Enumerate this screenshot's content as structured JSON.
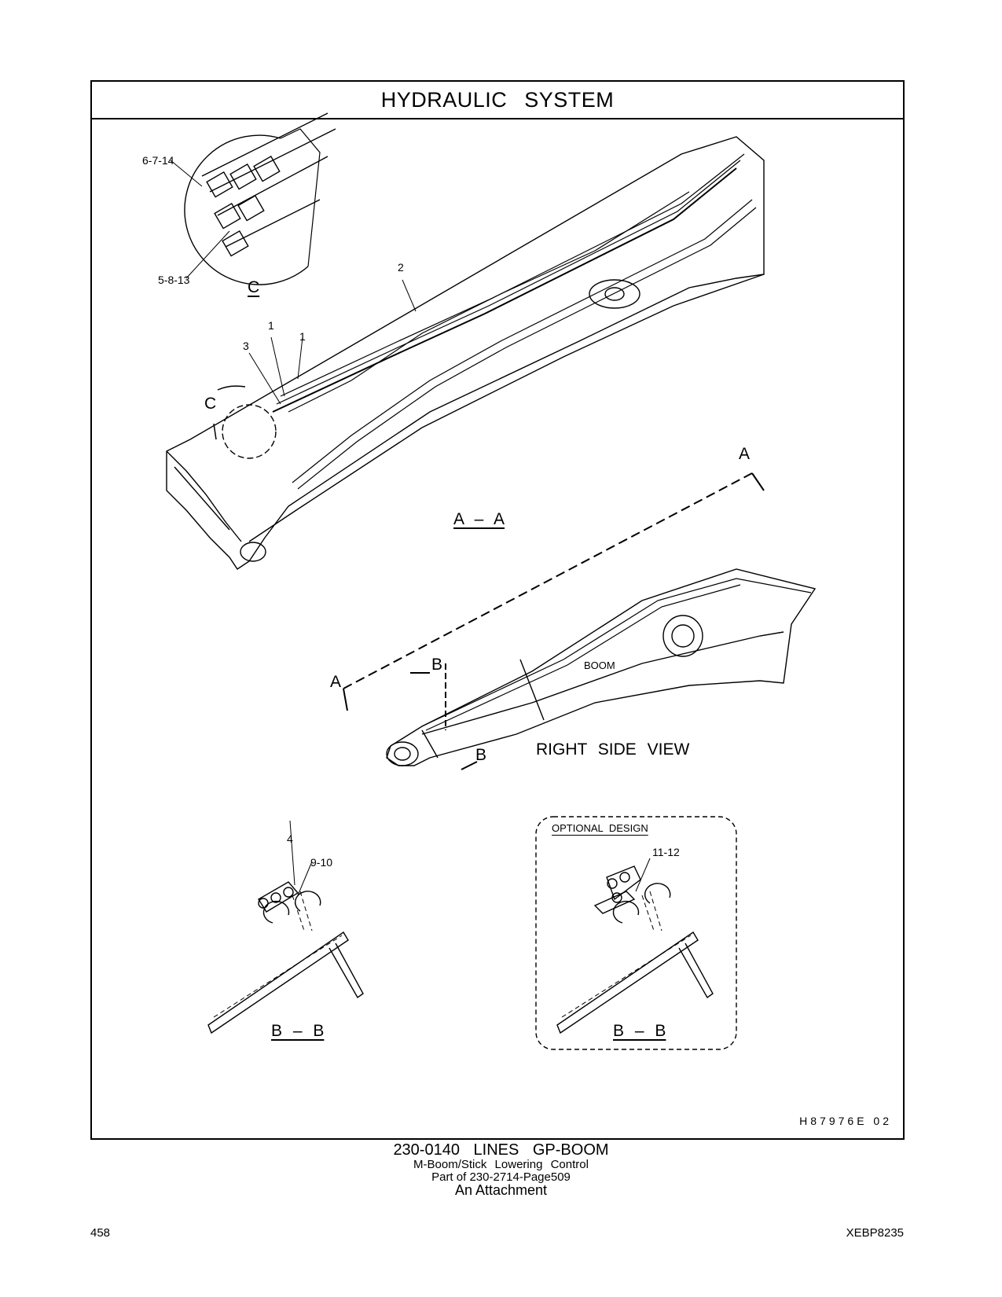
{
  "header": {
    "title": "HYDRAULIC   SYSTEM"
  },
  "callouts": {
    "c_detail_top": "6-7-14",
    "c_detail_bottom": "5-8-13",
    "detail_c_label": "C",
    "item_2": "2",
    "item_1a": "1",
    "item_1b": "1",
    "item_3": "3",
    "arrow_c": "C",
    "section_a_right": "A",
    "section_a_left": "A",
    "section_b_top": "B",
    "section_b_bottom": "B",
    "boom": "BOOM",
    "bb_item_4": "4",
    "bb_item_9_10": "9-10",
    "opt_item_11_12": "11-12"
  },
  "views": {
    "aa_title": "A – A",
    "right_side_title": "RIGHT  SIDE  VIEW",
    "bb_title_left": "B – B",
    "bb_title_right": "B – B",
    "optional_design": "OPTIONAL  DESIGN"
  },
  "drawing_id": "H87976E    02",
  "caption": {
    "line1": "230-0140  LINES  GP-BOOM",
    "line2": "M-Boom/Stick  Lowering  Control",
    "line3": "Part of 230-2714-Page509",
    "line4": "An Attachment"
  },
  "footer": {
    "page_number": "458",
    "doc_id": "XEBP8235"
  }
}
